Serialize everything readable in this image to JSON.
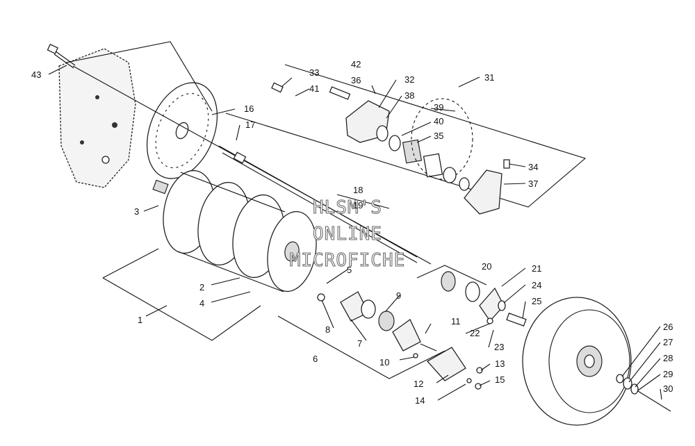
{
  "watermark": {
    "line1": "HLSM'S",
    "line2": "ONLINE",
    "line3": "MICROFICHE"
  },
  "callouts": {
    "c1": "1",
    "c2": "2",
    "c3": "3",
    "c4": "4",
    "c5": "5",
    "c6": "6",
    "c7": "7",
    "c8": "8",
    "c9": "9",
    "c10": "10",
    "c11": "11",
    "c12": "12",
    "c13": "13",
    "c14": "14",
    "c15": "15",
    "c16": "16",
    "c17": "17",
    "c18": "18",
    "c19": "19",
    "c20": "20",
    "c21": "21",
    "c22": "22",
    "c23": "23",
    "c24": "24",
    "c25": "25",
    "c26": "26",
    "c27": "27",
    "c28": "28",
    "c29": "29",
    "c30": "30",
    "c31": "31",
    "c32": "32",
    "c33": "33",
    "c34": "34",
    "c35": "35",
    "c36": "36",
    "c37": "37",
    "c38": "38",
    "c39": "39",
    "c40": "40",
    "c41": "41",
    "c42": "42",
    "c43": "43"
  }
}
